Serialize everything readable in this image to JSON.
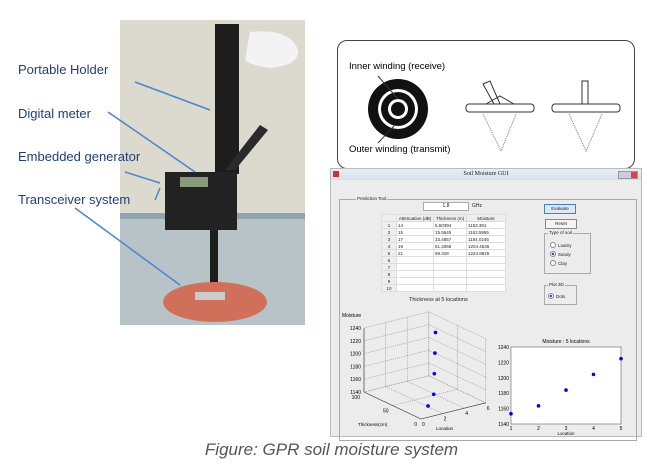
{
  "labels": [
    "Portable Holder",
    "Digital meter",
    "Embedded generator",
    "Transceiver system"
  ],
  "diagram": {
    "inner": "Inner winding (receive)",
    "outer": "Outer winding (transmit)"
  },
  "gui": {
    "title": "Soil Moisture GUI",
    "group_title": "Prediction Tool",
    "frequency_value": "1.8",
    "frequency_unit": "GHz",
    "evaluate": "Evaluate",
    "reset": "Reset",
    "columns": [
      "Attenuation (dB)",
      "Thickness (m)",
      "Moisture"
    ],
    "rows": [
      [
        "1",
        "14",
        "6.60394",
        "1153.381"
      ],
      [
        "2",
        "15",
        "15.5645",
        "1163.5955"
      ],
      [
        "3",
        "17",
        "33.4857",
        "1184.0245"
      ],
      [
        "4",
        "19",
        "51.4068",
        "1204.4535"
      ],
      [
        "5",
        "21",
        "69.328",
        "1224.8825"
      ],
      [
        "6",
        "",
        "",
        ""
      ],
      [
        "7",
        "",
        "",
        ""
      ],
      [
        "8",
        "",
        "",
        ""
      ],
      [
        "9",
        "",
        "",
        ""
      ],
      [
        "10",
        "",
        "",
        ""
      ]
    ],
    "soil_group": "Type of soil",
    "soil_options": [
      "Loamy",
      "Sandy",
      "Clay"
    ],
    "soil_selected": 1,
    "plot_group": "Plot 3D",
    "plot_option": "Dots"
  },
  "chart_data": [
    {
      "type": "scatter",
      "title": "Thickness at 5 locations",
      "xlabel": "Location",
      "ylabel": "Thickness(cm)",
      "zlabel": "Moisture",
      "x": [
        1,
        2,
        3,
        4,
        5
      ],
      "y": [
        6.60394,
        15.5645,
        33.4857,
        51.4068,
        69.328
      ],
      "z": [
        1153.381,
        1163.5955,
        1184.0245,
        1204.4535,
        1224.8825
      ],
      "xlim": [
        0,
        6
      ],
      "ylim": [
        0,
        100
      ],
      "zlim": [
        1140,
        1240
      ],
      "xticks": [
        "0",
        "2",
        "4",
        "6"
      ],
      "yticks": [
        "0",
        "50",
        "100"
      ],
      "zticks": [
        "1140",
        "1160",
        "1180",
        "1200",
        "1220",
        "1240"
      ],
      "color": "#0000ff"
    },
    {
      "type": "scatter",
      "title": "Moisture : 5 locations",
      "xlabel": "Location",
      "ylabel": "",
      "x": [
        1,
        2,
        3,
        4,
        5
      ],
      "y": [
        1153.381,
        1163.5955,
        1184.0245,
        1204.4535,
        1224.8825
      ],
      "xlim": [
        1,
        5
      ],
      "ylim": [
        1140,
        1240
      ],
      "xticks": [
        "1",
        "2",
        "3",
        "4",
        "5"
      ],
      "yticks": [
        "1140",
        "1160",
        "1180",
        "1200",
        "1220",
        "1240"
      ],
      "color": "#0000ff"
    }
  ],
  "caption": "Figure: GPR soil moisture system"
}
